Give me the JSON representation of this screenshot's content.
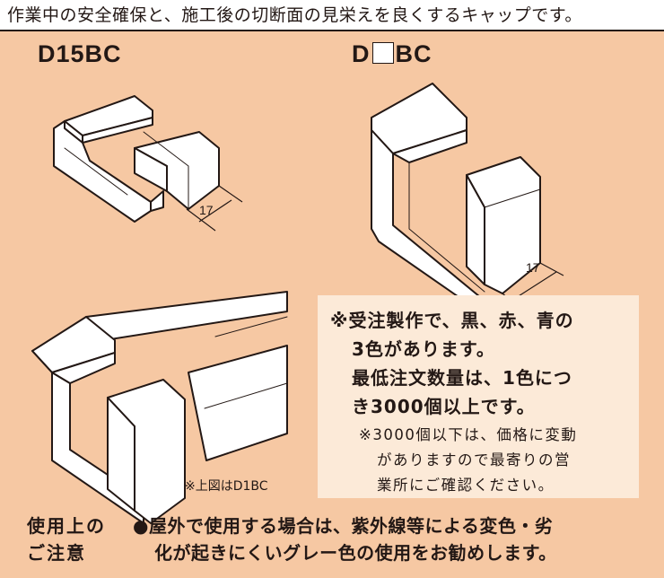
{
  "header": "作業中の安全確保と、施工後の切断面の見栄えを良くするキャップです。",
  "models": {
    "left": "D15BC",
    "right_prefix": "D",
    "right_suffix": "BC"
  },
  "dimensions": {
    "left": "17",
    "right": "17"
  },
  "caption": "※上図はD1BC",
  "note": {
    "line1": "※受注製作で、黒、赤、青の",
    "line2": "3色があります。",
    "line3": "最低注文数量は、1色につ",
    "line4": "き3000個以上です。",
    "sub1": "※3000個以下は、価格に変動",
    "sub2": "がありますので最寄りの営",
    "sub3": "業所にご確認ください。"
  },
  "caution": {
    "label1": "使用上の",
    "label2": "ご注意",
    "line1": "●屋外で使用する場合は、紫外線等による変色・劣",
    "line2": "化が起きにくいグレー色の使用をお勧めします。"
  },
  "colors": {
    "panel": "#f6c8a3",
    "note_box": "#fcead8",
    "ink": "#231815"
  }
}
